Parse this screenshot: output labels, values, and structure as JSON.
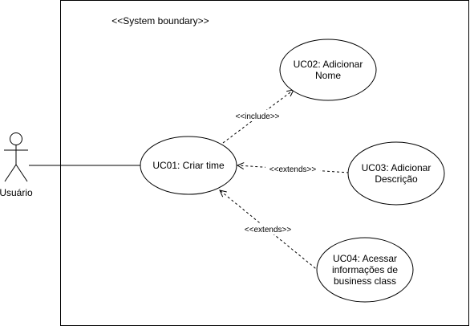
{
  "diagram": {
    "boundary_label": "<<System boundary>>",
    "actor": {
      "name": "Usuário"
    },
    "use_cases": {
      "uc01": {
        "line1": "UC01: Criar time"
      },
      "uc02": {
        "line1": "UC02: Adicionar",
        "line2": "Nome"
      },
      "uc03": {
        "line1": "UC03: Adicionar",
        "line2": "Descrição"
      },
      "uc04": {
        "line1": "UC04: Acessar",
        "line2": "informações de",
        "line3": "business class"
      }
    },
    "relations": {
      "include": "<<include>>",
      "extends_uc03": "<<extends>>",
      "extends_uc04": "<<extends>>"
    }
  }
}
